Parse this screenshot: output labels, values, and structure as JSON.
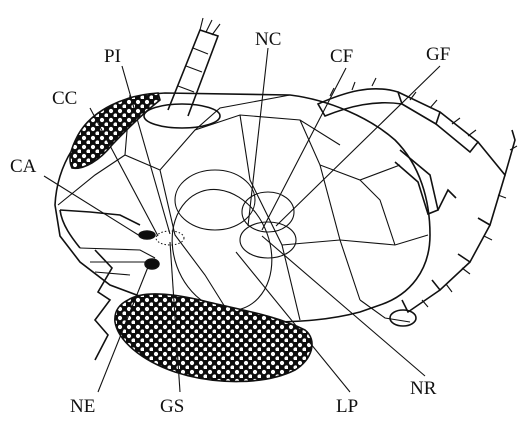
{
  "figure": {
    "labels": {
      "pi": "PI",
      "nc": "NC",
      "cf": "CF",
      "gf": "GF",
      "cc": "CC",
      "ca": "CA",
      "ne": "NE",
      "gs": "GS",
      "lp": "LP",
      "nr": "NR"
    }
  },
  "colors": {
    "ink": "#111111",
    "paper": "#ffffff"
  }
}
